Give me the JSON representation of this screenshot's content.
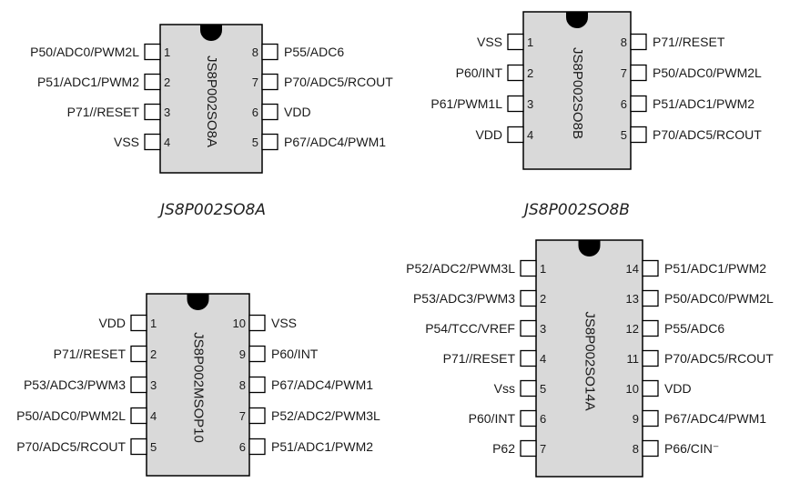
{
  "colors": {
    "chip_fill": "#d9d9d9",
    "outline": "#000000",
    "pin_fill": "#ffffff",
    "notch": "#000000",
    "text": "#1a1a1a"
  },
  "chips": [
    {
      "id": "so8a",
      "part_label": "JS8P002SO8A",
      "caption": "JS8P002SO8A",
      "left_pins": [
        {
          "num": "1",
          "label": "P50/ADC0/PWM2L"
        },
        {
          "num": "2",
          "label": "P51/ADC1/PWM2"
        },
        {
          "num": "3",
          "label": "P71//RESET"
        },
        {
          "num": "4",
          "label": "VSS"
        }
      ],
      "right_pins": [
        {
          "num": "8",
          "label": "P55/ADC6"
        },
        {
          "num": "7",
          "label": "P70/ADC5/RCOUT"
        },
        {
          "num": "6",
          "label": "VDD"
        },
        {
          "num": "5",
          "label": "P67/ADC4/PWM1"
        }
      ]
    },
    {
      "id": "so8b",
      "part_label": "JS8P002SO8B",
      "caption": "JS8P002SO8B",
      "left_pins": [
        {
          "num": "1",
          "label": "VSS"
        },
        {
          "num": "2",
          "label": "P60/INT"
        },
        {
          "num": "3",
          "label": "P61/PWM1L"
        },
        {
          "num": "4",
          "label": "VDD"
        }
      ],
      "right_pins": [
        {
          "num": "8",
          "label": "P71//RESET"
        },
        {
          "num": "7",
          "label": "P50/ADC0/PWM2L"
        },
        {
          "num": "6",
          "label": "P51/ADC1/PWM2"
        },
        {
          "num": "5",
          "label": "P70/ADC5/RCOUT"
        }
      ]
    },
    {
      "id": "msop10",
      "part_label": "JS8P002MSOP10",
      "caption": "",
      "left_pins": [
        {
          "num": "1",
          "label": "VDD"
        },
        {
          "num": "2",
          "label": "P71//RESET"
        },
        {
          "num": "3",
          "label": "P53/ADC3/PWM3"
        },
        {
          "num": "4",
          "label": "P50/ADC0/PWM2L"
        },
        {
          "num": "5",
          "label": "P70/ADC5/RCOUT"
        }
      ],
      "right_pins": [
        {
          "num": "10",
          "label": "VSS"
        },
        {
          "num": "9",
          "label": "P60/INT"
        },
        {
          "num": "8",
          "label": "P67/ADC4/PWM1"
        },
        {
          "num": "7",
          "label": "P52/ADC2/PWM3L"
        },
        {
          "num": "6",
          "label": "P51/ADC1/PWM2"
        }
      ]
    },
    {
      "id": "so14a",
      "part_label": "JS8P002SO14A",
      "caption": "",
      "left_pins": [
        {
          "num": "1",
          "label": "P52/ADC2/PWM3L"
        },
        {
          "num": "2",
          "label": "P53/ADC3/PWM3"
        },
        {
          "num": "3",
          "label": "P54/TCC/VREF"
        },
        {
          "num": "4",
          "label": "P71//RESET"
        },
        {
          "num": "5",
          "label": "Vss"
        },
        {
          "num": "6",
          "label": "P60/INT"
        },
        {
          "num": "7",
          "label": "P62"
        }
      ],
      "right_pins": [
        {
          "num": "14",
          "label": "P51/ADC1/PWM2"
        },
        {
          "num": "13",
          "label": "P50/ADC0/PWM2L"
        },
        {
          "num": "12",
          "label": "P55/ADC6"
        },
        {
          "num": "11",
          "label": "P70/ADC5/RCOUT"
        },
        {
          "num": "10",
          "label": "VDD"
        },
        {
          "num": "9",
          "label": "P67/ADC4/PWM1"
        },
        {
          "num": "8",
          "label": "P66/CIN⁻"
        }
      ]
    }
  ]
}
